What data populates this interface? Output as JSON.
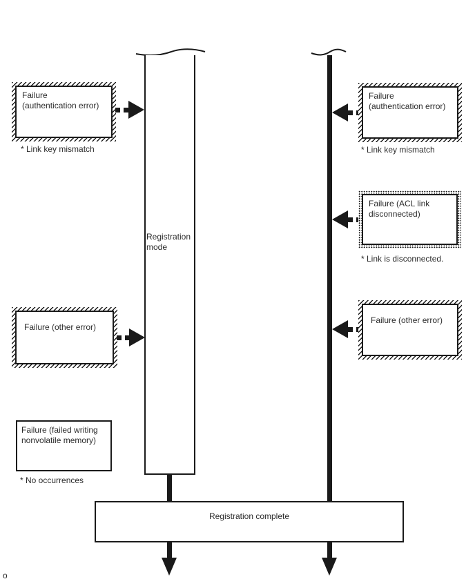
{
  "diagram": {
    "left_lifeline": {
      "label": "Registration mode"
    },
    "boxes": {
      "left_auth": {
        "label": "Failure\n(authentication error)",
        "note": "* Link key mismatch"
      },
      "right_auth": {
        "label": "Failure\n(authentication error)",
        "note": "* Link key mismatch"
      },
      "right_acl": {
        "label": "Failure (ACL link\ndisconnected)",
        "note": "* Link is disconnected."
      },
      "left_other": {
        "label": "Failure (other error)"
      },
      "right_other": {
        "label": "Failure (other error)"
      },
      "left_nvm": {
        "label": "Failure (failed writing\nnonvolatile memory)",
        "note": "* No occurrences"
      }
    },
    "complete_box": {
      "label": "Registration complete"
    },
    "corner_char": "o",
    "colors": {
      "line": "#1a1a1a",
      "text": "#2b2b2b",
      "background": "#ffffff"
    }
  }
}
